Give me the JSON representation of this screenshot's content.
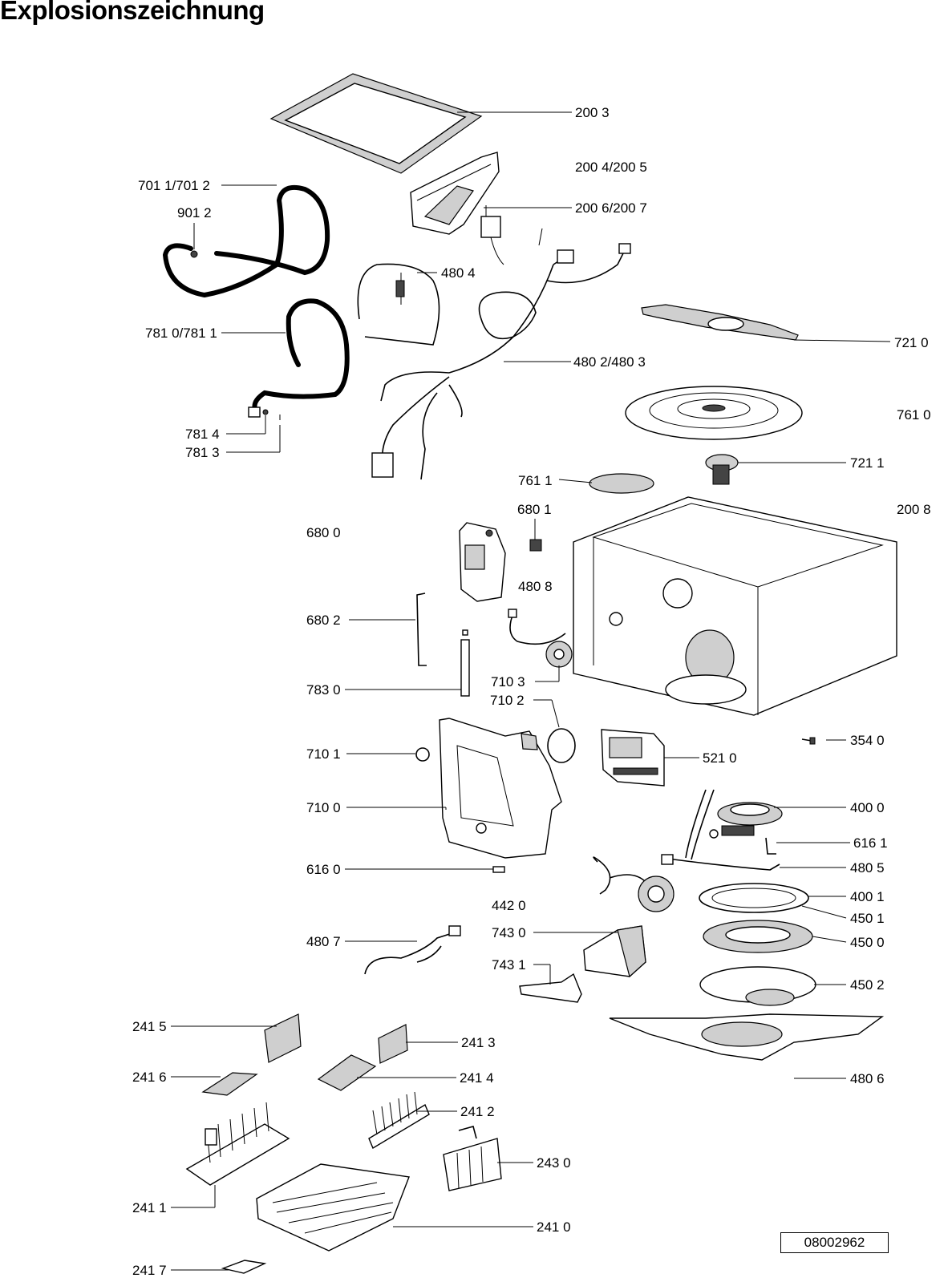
{
  "title": "Explosionszeichnung",
  "document_number": "08002962",
  "callouts": [
    {
      "id": "c2003",
      "text": "200 3"
    },
    {
      "id": "c2004",
      "text": "200 4/200 5"
    },
    {
      "id": "c2006",
      "text": "200 6/200 7"
    },
    {
      "id": "c7011",
      "text": "701 1/701 2"
    },
    {
      "id": "c9012",
      "text": "901 2"
    },
    {
      "id": "c4804",
      "text": "480 4"
    },
    {
      "id": "c7810",
      "text": "781 0/781 1"
    },
    {
      "id": "c4802",
      "text": "480 2/480 3"
    },
    {
      "id": "c7210",
      "text": "721 0"
    },
    {
      "id": "c7610",
      "text": "761 0"
    },
    {
      "id": "c7814",
      "text": "781 4"
    },
    {
      "id": "c7813",
      "text": "781 3"
    },
    {
      "id": "c7211",
      "text": "721 1"
    },
    {
      "id": "c7611",
      "text": "761 1"
    },
    {
      "id": "c6801",
      "text": "680 1"
    },
    {
      "id": "c2008",
      "text": "200 8"
    },
    {
      "id": "c6800",
      "text": "680 0"
    },
    {
      "id": "c4808",
      "text": "480 8"
    },
    {
      "id": "c6802",
      "text": "680 2"
    },
    {
      "id": "c7103",
      "text": "710 3"
    },
    {
      "id": "c7830",
      "text": "783 0"
    },
    {
      "id": "c7102",
      "text": "710 2"
    },
    {
      "id": "c3540",
      "text": "354 0"
    },
    {
      "id": "c7101",
      "text": "710 1"
    },
    {
      "id": "c5210",
      "text": "521 0"
    },
    {
      "id": "c7100",
      "text": "710 0"
    },
    {
      "id": "c4000",
      "text": "400 0"
    },
    {
      "id": "c6161",
      "text": "616 1"
    },
    {
      "id": "c6160",
      "text": "616 0"
    },
    {
      "id": "c4805",
      "text": "480 5"
    },
    {
      "id": "c4420",
      "text": "442 0"
    },
    {
      "id": "c4001",
      "text": "400 1"
    },
    {
      "id": "c4501",
      "text": "450 1"
    },
    {
      "id": "c7430",
      "text": "743 0"
    },
    {
      "id": "c4500",
      "text": "450 0"
    },
    {
      "id": "c4807",
      "text": "480 7"
    },
    {
      "id": "c7431",
      "text": "743 1"
    },
    {
      "id": "c4502",
      "text": "450 2"
    },
    {
      "id": "c2415",
      "text": "241 5"
    },
    {
      "id": "c2413",
      "text": "241 3"
    },
    {
      "id": "c2416",
      "text": "241 6"
    },
    {
      "id": "c2414",
      "text": "241 4"
    },
    {
      "id": "c4806",
      "text": "480 6"
    },
    {
      "id": "c2412",
      "text": "241 2"
    },
    {
      "id": "c2430",
      "text": "243 0"
    },
    {
      "id": "c2411",
      "text": "241 1"
    },
    {
      "id": "c2410",
      "text": "241 0"
    },
    {
      "id": "c2417",
      "text": "241 7"
    }
  ]
}
